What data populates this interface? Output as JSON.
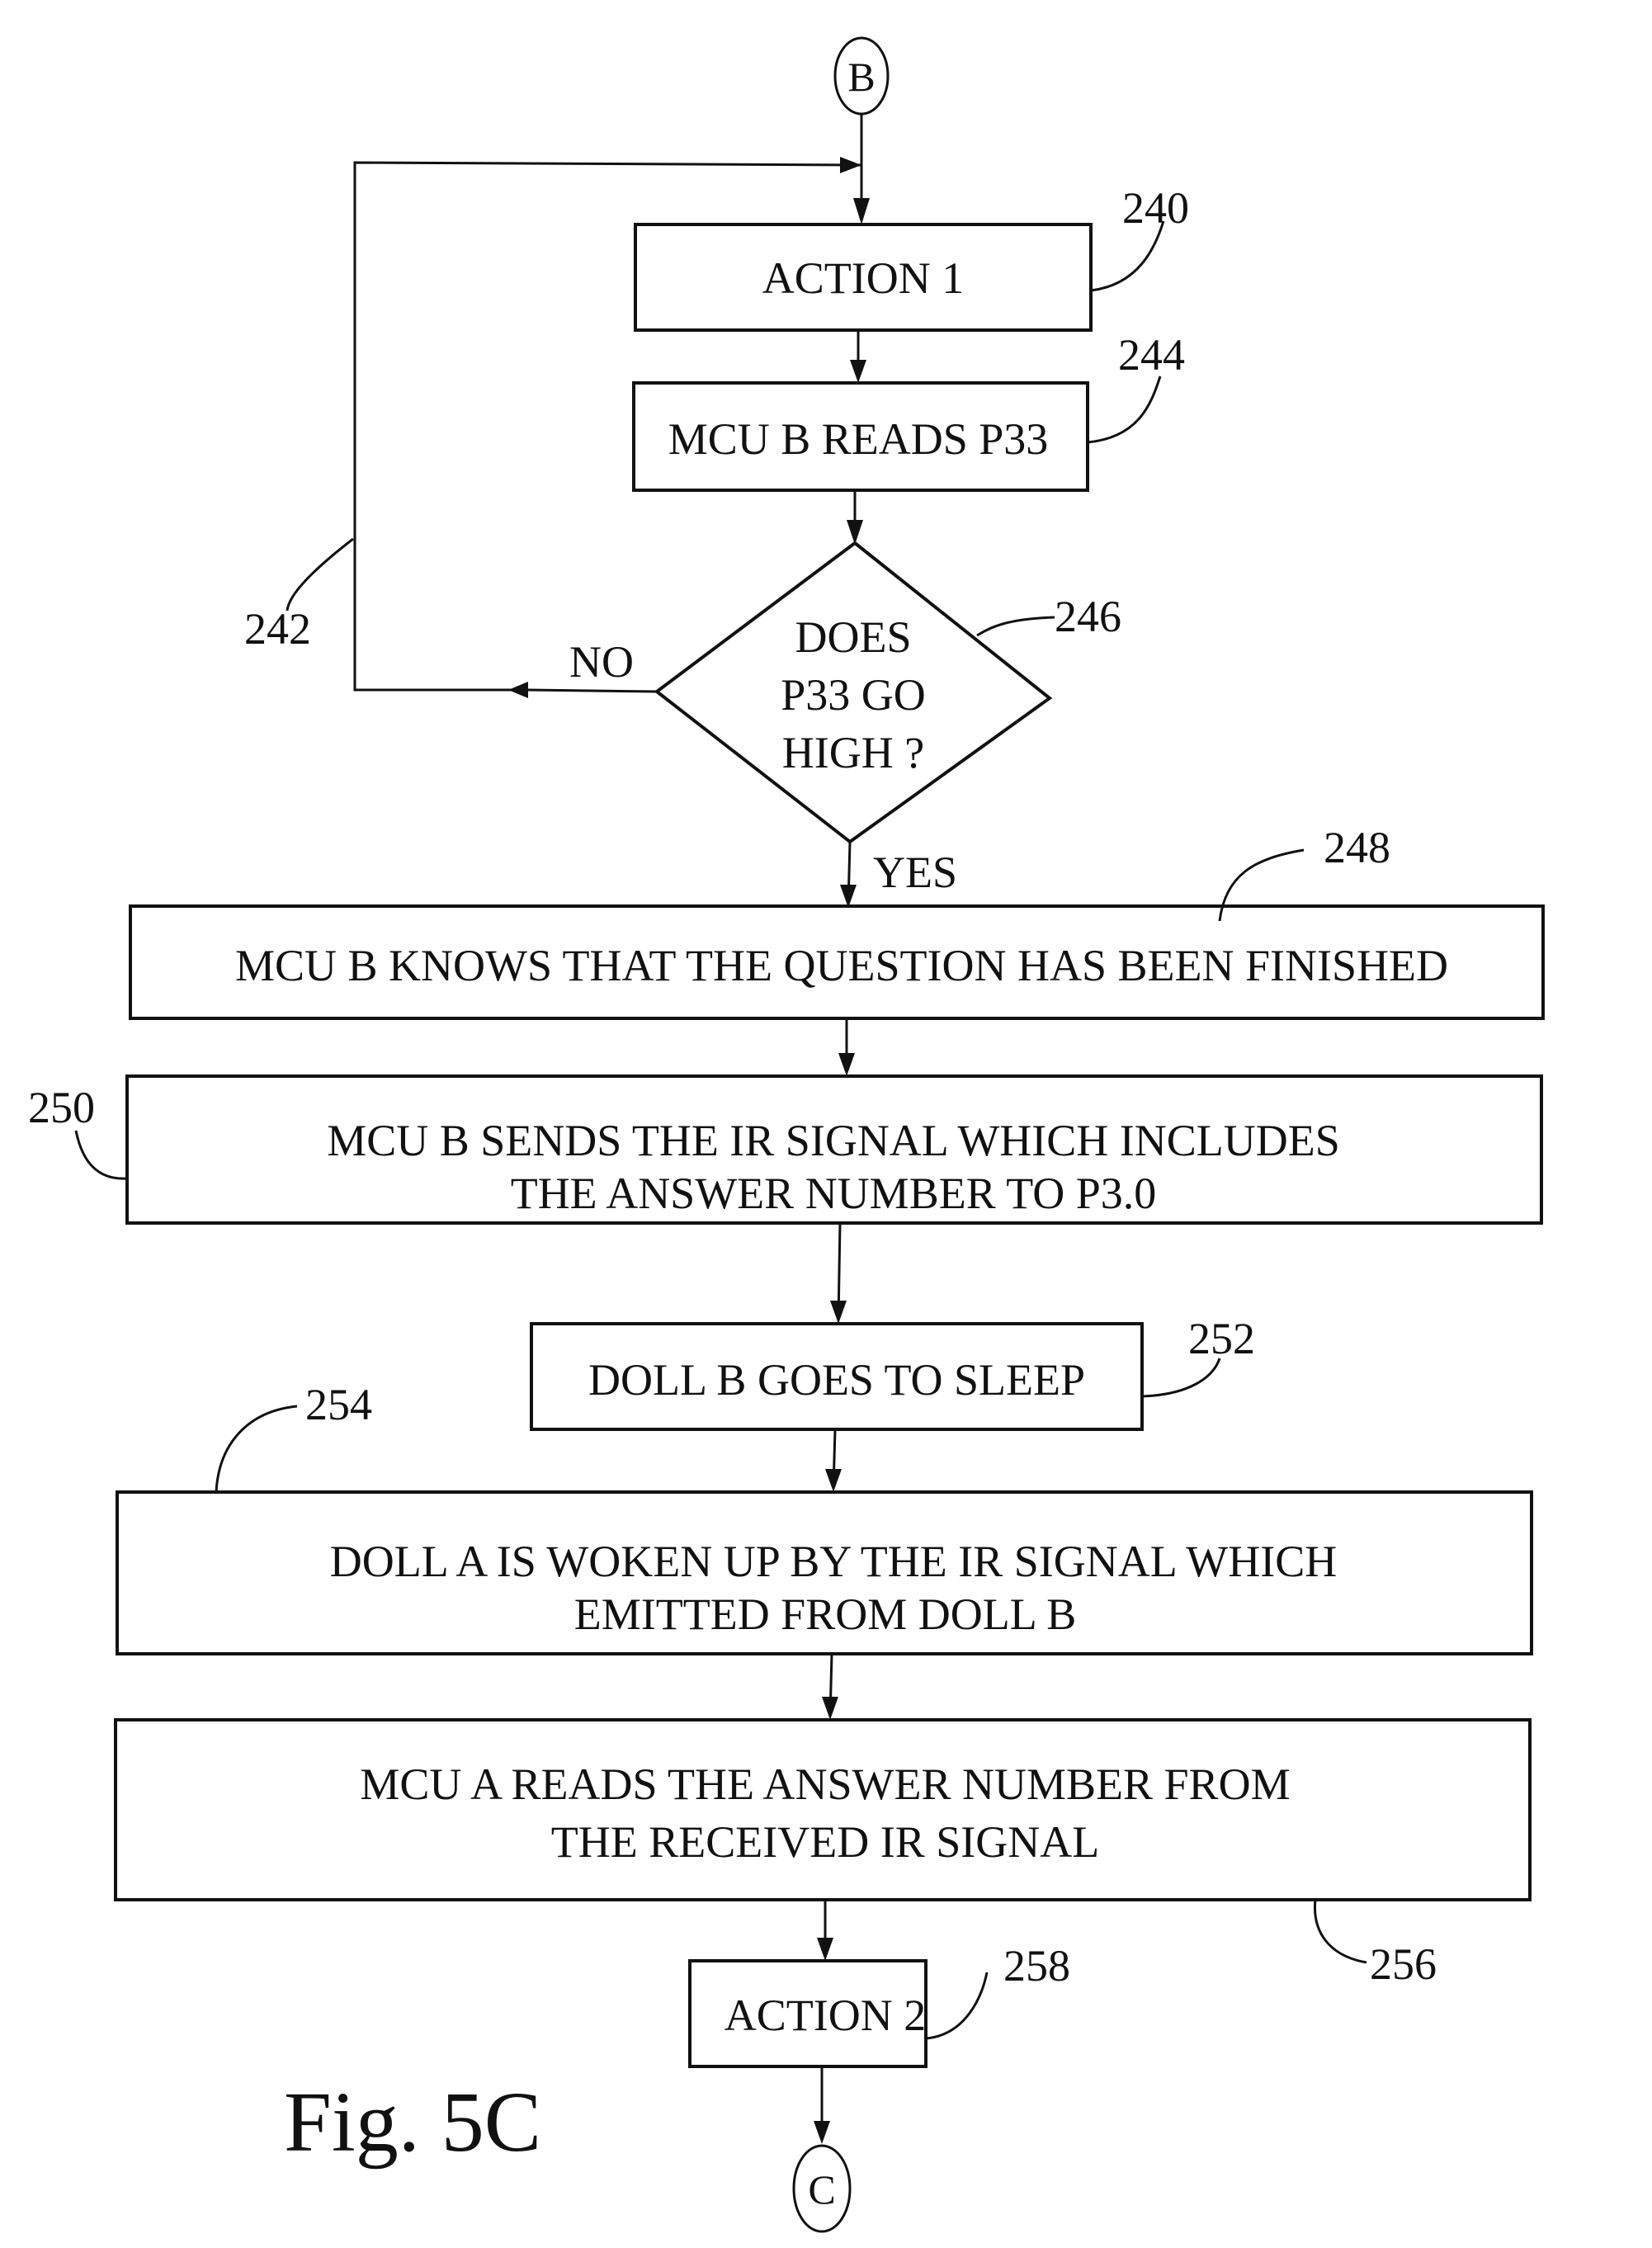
{
  "figure_label": "Fig. 5C",
  "connectors": {
    "top": "B",
    "bottom": "C"
  },
  "steps": [
    {
      "id": "240",
      "lines": [
        "ACTION 1"
      ]
    },
    {
      "id": "244",
      "lines": [
        "MCU B READS P33"
      ]
    },
    {
      "id": "246",
      "lines": [
        "DOES",
        "P33 GO",
        "HIGH ?"
      ]
    },
    {
      "id": "248",
      "lines": [
        "MCU B KNOWS THAT THE QUESTION HAS BEEN FINISHED"
      ]
    },
    {
      "id": "250",
      "lines": [
        "MCU B SENDS THE IR SIGNAL WHICH INCLUDES",
        "THE ANSWER NUMBER TO P3.0"
      ]
    },
    {
      "id": "252",
      "lines": [
        "DOLL B GOES TO SLEEP"
      ]
    },
    {
      "id": "254",
      "lines": [
        "DOLL A IS WOKEN UP BY THE IR SIGNAL WHICH",
        "EMITTED FROM DOLL B"
      ]
    },
    {
      "id": "256",
      "lines": [
        "MCU A READS THE ANSWER NUMBER FROM",
        "THE RECEIVED IR SIGNAL"
      ]
    },
    {
      "id": "258",
      "lines": [
        "ACTION 2"
      ]
    }
  ],
  "branches": {
    "no": "NO",
    "yes": "YES"
  },
  "loop_ref": "242"
}
